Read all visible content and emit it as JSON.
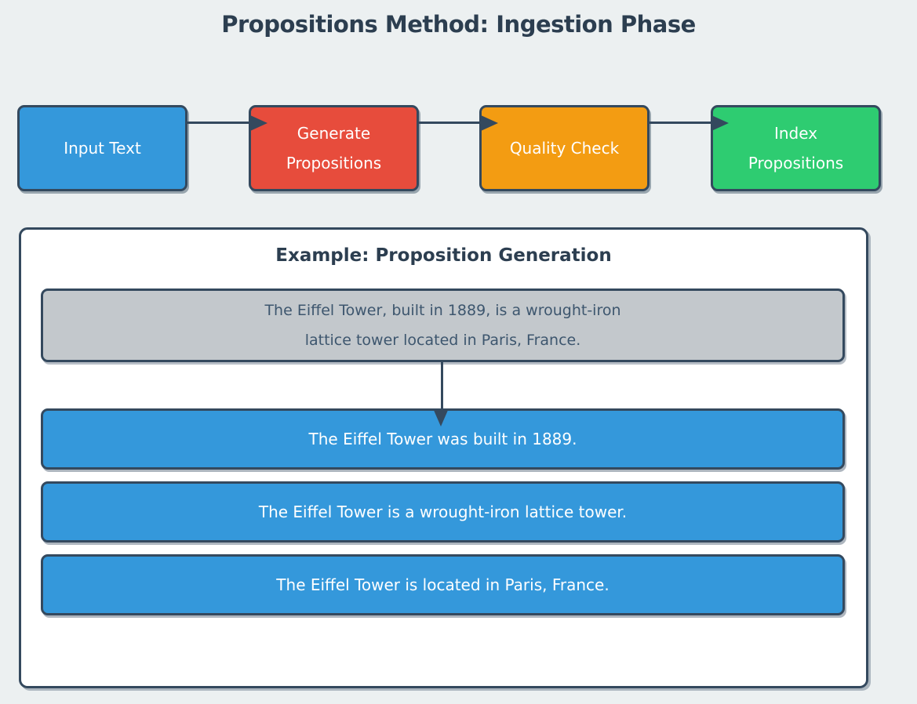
{
  "page": {
    "title": "Propositions Method: Ingestion Phase"
  },
  "flow": {
    "steps": [
      {
        "label": "Input Text",
        "color": "#3498db"
      },
      {
        "label": "Generate\nPropositions",
        "color": "#e74c3c"
      },
      {
        "label": "Quality Check",
        "color": "#f39c12"
      },
      {
        "label": "Index\nPropositions",
        "color": "#2ecc71"
      }
    ]
  },
  "example": {
    "title": "Example: Proposition Generation",
    "source_text": "The Eiffel Tower, built in 1889, is a wrought-iron\nlattice tower located in Paris, France.",
    "propositions": [
      "The Eiffel Tower was built in 1889.",
      "The Eiffel Tower is a wrought-iron lattice tower.",
      "The Eiffel Tower is located in Paris, France."
    ]
  },
  "colors": {
    "background": "#ecf0f1",
    "panel": "#ffffff",
    "outline": "#34495e",
    "title_text": "#2c3e50",
    "step_blue": "#3498db",
    "step_red": "#e74c3c",
    "step_orange": "#f39c12",
    "step_green": "#2ecc71",
    "source_fill": "#c3c8cc",
    "source_text": "#3d566e",
    "proposition_fill": "#3498db",
    "proposition_text": "#ffffff"
  }
}
